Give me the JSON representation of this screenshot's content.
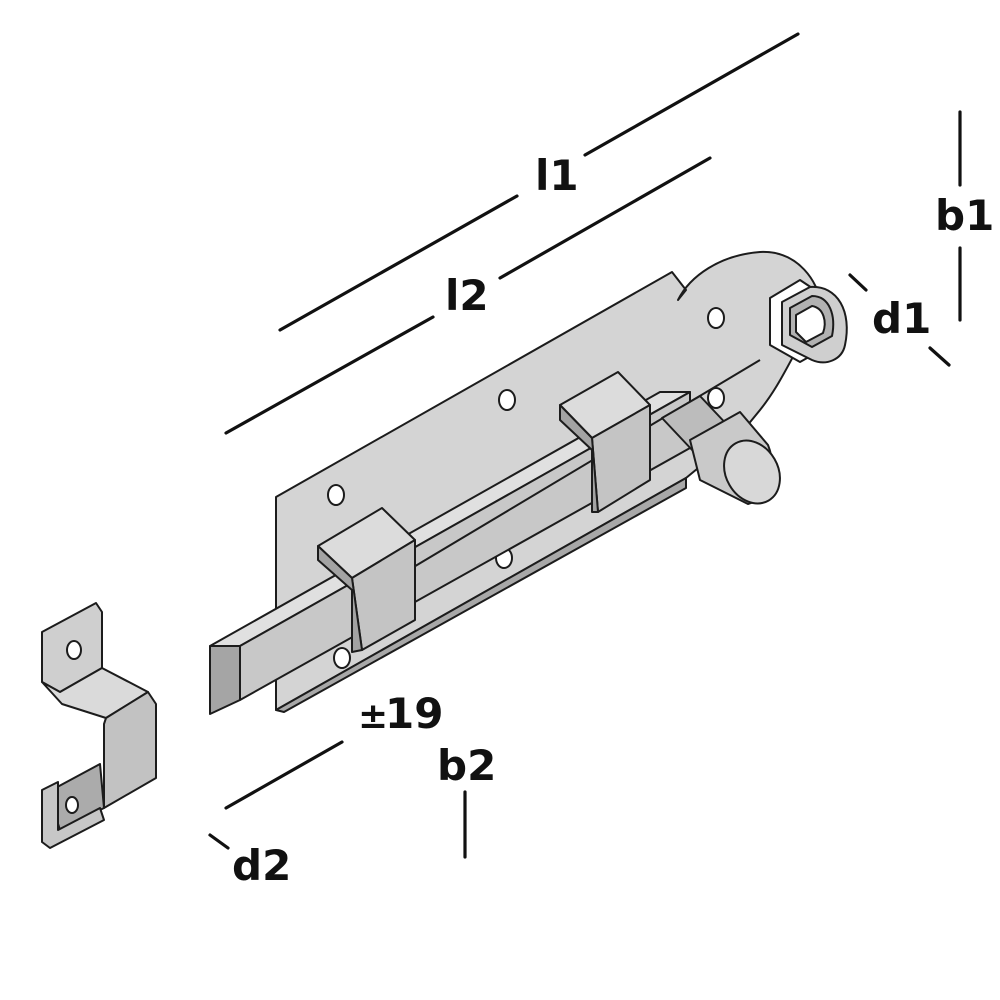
{
  "dimensions": {
    "l1": "l1",
    "l2": "l2",
    "b1": "b1",
    "d1": "d1",
    "b2": "b2",
    "d2": "d2",
    "tolerance_sign": "±",
    "tolerance_value": "19"
  },
  "colors": {
    "metal_light": "#d2d2d2",
    "metal_mid": "#b9b9b9",
    "metal_dark": "#9a9a9a",
    "line": "#111111"
  }
}
